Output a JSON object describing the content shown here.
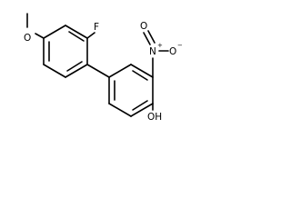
{
  "molecule": {
    "atoms": {
      "methoxy_o": "O",
      "fluorine": "F",
      "nitro_n": "N",
      "nitro_n_charge": "+",
      "nitro_o": "O",
      "nitro_o_minus": "O",
      "nitro_o_minus_charge": "−",
      "hydroxyl": "OH"
    }
  }
}
